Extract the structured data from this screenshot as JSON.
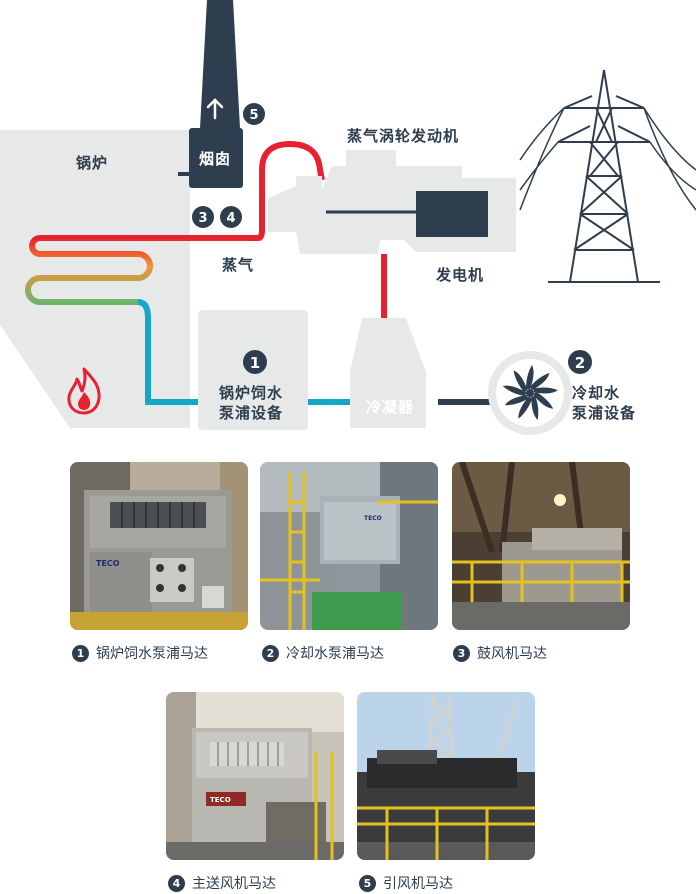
{
  "labels": {
    "boiler": "锅炉",
    "chimney": "烟囱",
    "steam_turbine": "蒸气涡轮发动机",
    "steam": "蒸气",
    "generator": "发电机",
    "boiler_pump_line1": "锅炉饲水",
    "boiler_pump_line2": "泵浦设备",
    "condenser": "冷凝器",
    "cooling_pump_line1": "冷却水",
    "cooling_pump_line2": "泵浦设备"
  },
  "markers": {
    "boiler_pump": "1",
    "cooling_pump": "2",
    "forced_fan": "3",
    "primary_fan": "4",
    "induced_fan": "5"
  },
  "photos": [
    {
      "num": "1",
      "caption": "锅炉饲水泵浦马达",
      "brand": "TECO"
    },
    {
      "num": "2",
      "caption": "冷却水泵浦马达",
      "brand": "TECO"
    },
    {
      "num": "3",
      "caption": "鼓风机马达"
    },
    {
      "num": "4",
      "caption": "主送风机马达",
      "brand": "TECO"
    },
    {
      "num": "5",
      "caption": "引风机马达"
    }
  ],
  "colors": {
    "navy": "#2e3e4f",
    "light_gray": "#e7e8e8",
    "steam_red": "#e8202f",
    "orange": "#f29433",
    "green": "#7fb069",
    "cyan": "#15a8c6"
  }
}
